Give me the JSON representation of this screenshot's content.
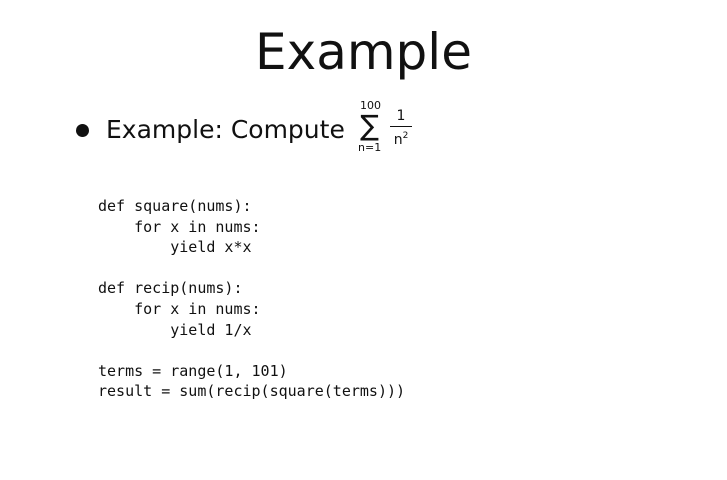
{
  "slide": {
    "title": "Example",
    "bullet": {
      "text": "Example: Compute",
      "formula": {
        "upper_limit": "100",
        "sum_symbol": "∑",
        "lower_limit": "n=1",
        "numerator": "1",
        "denominator_base": "n",
        "denominator_exponent": "2"
      }
    },
    "code_lines": [
      "def square(nums):",
      "    for x in nums:",
      "        yield x*x",
      "",
      "def recip(nums):",
      "    for x in nums:",
      "        yield 1/x",
      "",
      "terms = range(1, 101)",
      "result = sum(recip(square(terms)))"
    ]
  }
}
